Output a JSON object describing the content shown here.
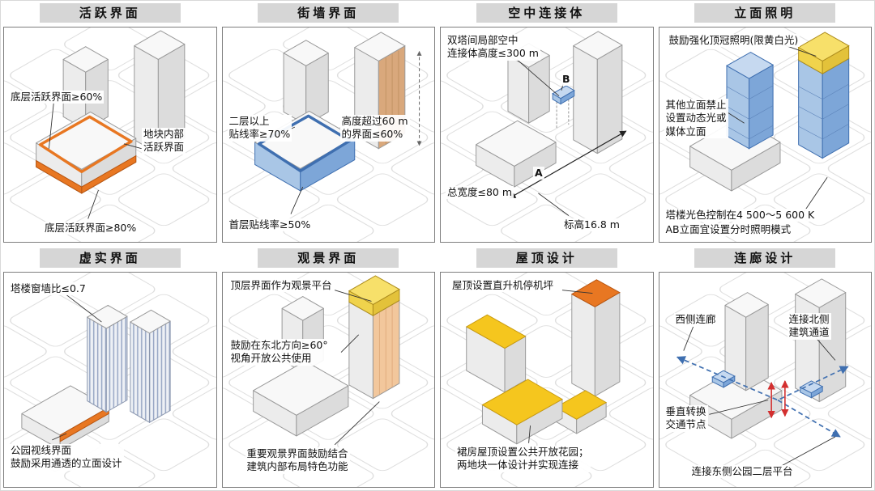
{
  "colors": {
    "title_bg": "#d6d6d6",
    "orange": "#e87722",
    "blue_dark": "#3f6fb0",
    "blue_mid": "#7da6d8",
    "blue_light": "#a9c6e6",
    "blue_pale": "#c6d9f0",
    "yellow": "#f0d34c",
    "yellow_deep": "#e3c23a",
    "yellow_top": "#f7e06a",
    "roof_yellow": "#f5c61e",
    "tan": "#d9a87c",
    "peach": "#f2c79c",
    "red": "#d32f2f"
  },
  "panels": [
    {
      "title": "活跃界面",
      "labels": {
        "l1": "底层活跃界面≥60%",
        "l2": "地块内部\n活跃界面",
        "l3": "底层活跃界面≥80%"
      }
    },
    {
      "title": "街墙界面",
      "labels": {
        "l1": "二层以上\n贴线率≥70%",
        "l2": "高度超过60 m\n的界面≤60%",
        "l3": "首层贴线率≥50%"
      }
    },
    {
      "title": "空中连接体",
      "labels": {
        "l1": "双塔间局部空中\n连接体高度≤300 m",
        "l2": "总宽度≤80 m",
        "l3": "标高16.8 m",
        "a": "A",
        "b": "B"
      }
    },
    {
      "title": "立面照明",
      "labels": {
        "l1": "鼓励强化顶冠照明(限黄白光)",
        "l2": "其他立面禁止\n设置动态光或\n媒体立面",
        "l3": "塔楼光色控制在4 500～5 600 K",
        "l4": "AB立面宜设置分时照明模式"
      }
    },
    {
      "title": "虚实界面",
      "labels": {
        "l1": "塔楼窗墙比≤0.7",
        "l2": "公园视线界面\n鼓励采用通透的立面设计"
      }
    },
    {
      "title": "观景界面",
      "labels": {
        "l1": "顶层界面作为观景平台",
        "l2": "鼓励在东北方向≥60°\n视角开放公共使用",
        "l3": "重要观景界面鼓励结合\n建筑内部布局特色功能"
      }
    },
    {
      "title": "屋顶设计",
      "labels": {
        "l1": "屋顶设置直升机停机坪",
        "l2": "裙房屋顶设置公共开放花园；\n两地块一体设计并实现连接"
      }
    },
    {
      "title": "连廊设计",
      "labels": {
        "l1": "西侧连廊",
        "l2": "连接北侧\n建筑通道",
        "l3": "垂直转换\n交通节点",
        "l4": "连接东侧公园二层平台"
      }
    }
  ]
}
